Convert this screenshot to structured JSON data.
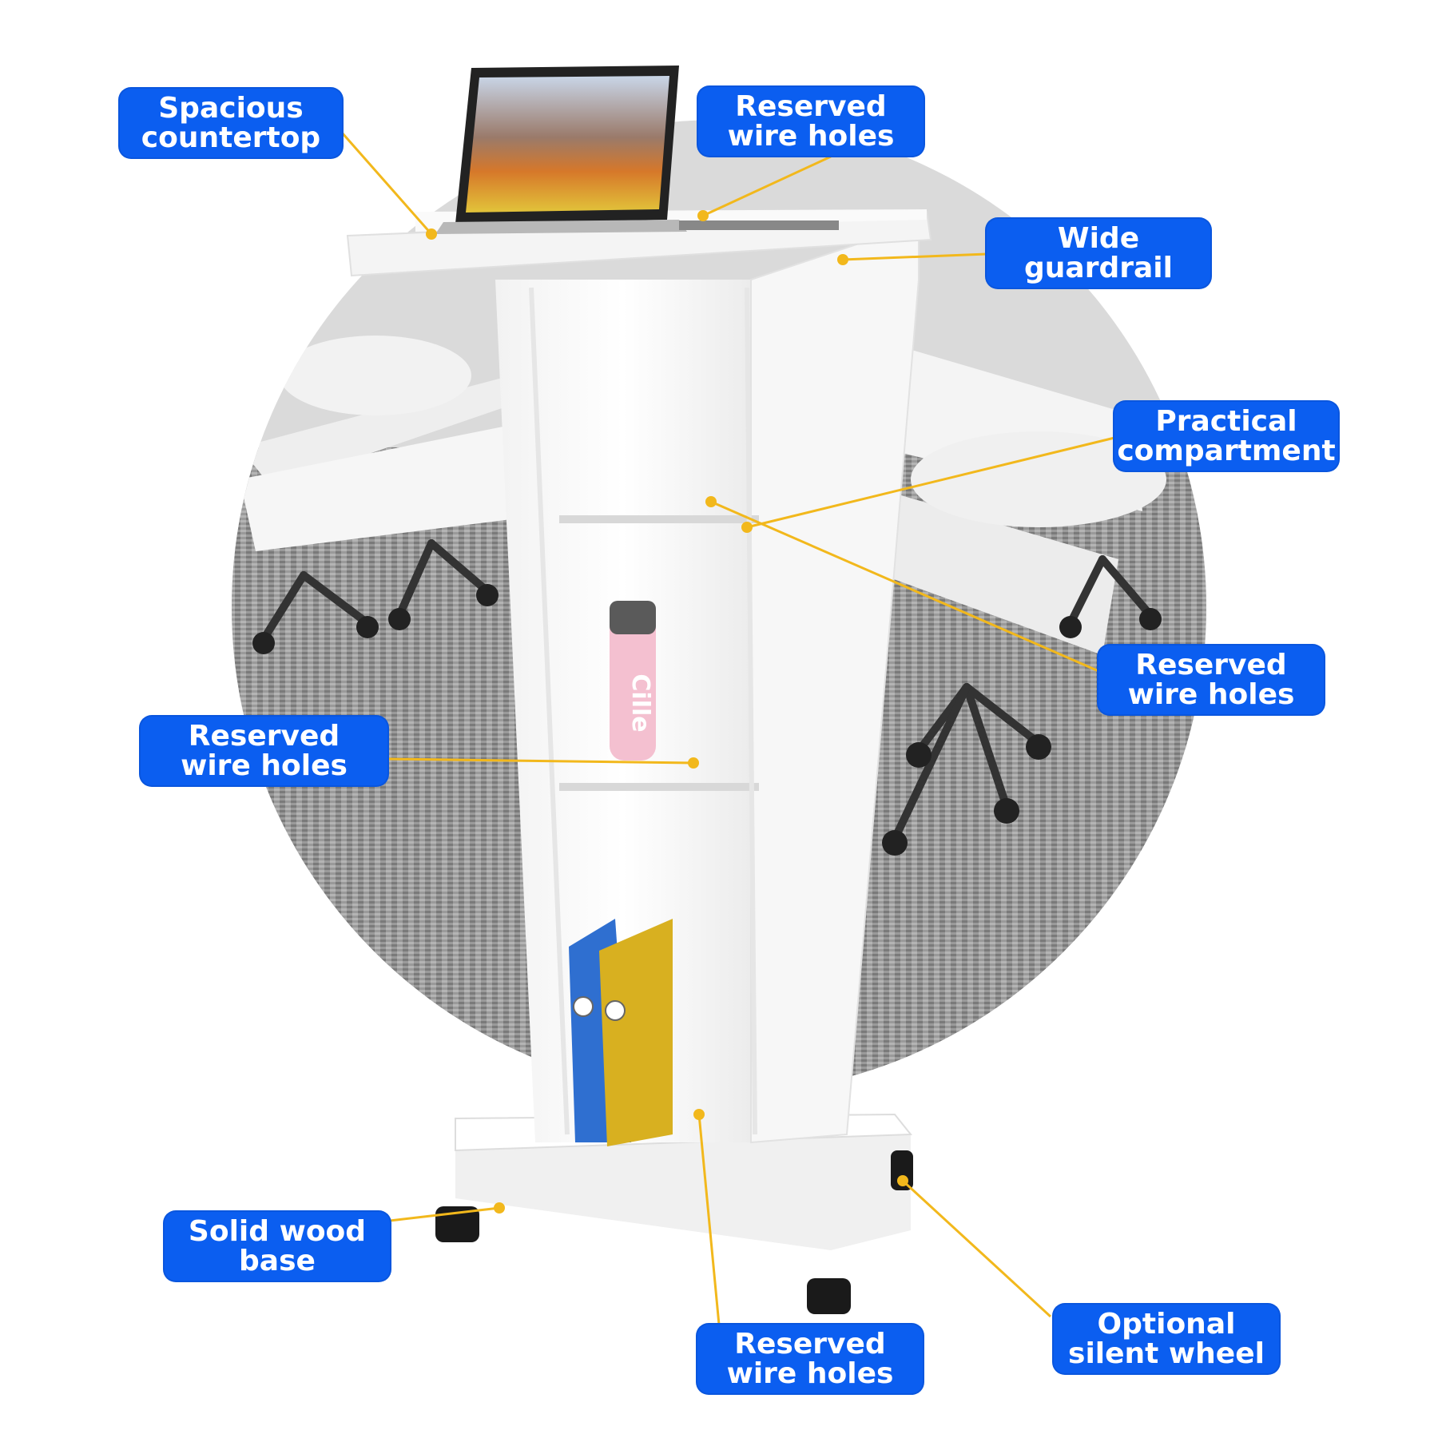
{
  "product": {
    "description": "White mobile lectern podium with shelves on wheels",
    "bottle_text": "Cille",
    "colors": {
      "label_bg": "#0b5ef0",
      "label_text": "#ffffff",
      "leader_line": "#f2b81c",
      "podium": "#ffffff",
      "binder_blue": "#2f6fd0",
      "binder_yellow": "#d8b020"
    }
  },
  "callouts": {
    "spacious_countertop": "Spacious\ncountertop",
    "wire_holes_top": "Reserved\nwire holes",
    "wide_guardrail": "Wide guardrail",
    "practical_compartment": "Practical\ncompartment",
    "wire_holes_right": "Reserved\nwire holes",
    "wire_holes_left": "Reserved\nwire holes",
    "solid_wood_base": "Solid wood\nbase",
    "wire_holes_bottom": "Reserved\nwire holes",
    "optional_silent_wheel": "Optional\nsilent wheel"
  }
}
